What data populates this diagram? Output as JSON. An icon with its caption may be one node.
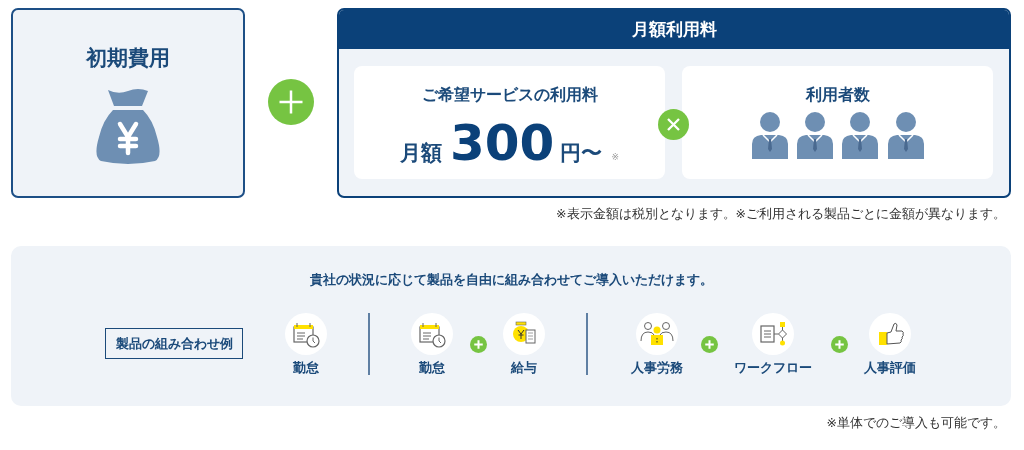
{
  "diagram": {
    "nodes": [
      {
        "text": [
          "初期費用"
        ]
      },
      {
        "text": [
          "月額利用料"
        ]
      },
      {
        "text": [
          "ご希望サービスの利用料",
          "月額",
          "300",
          "円〜",
          "※"
        ],
        "in": 1
      },
      {
        "text": [
          "利用者数"
        ],
        "in": 1
      },
      {
        "text": [
          "貴社の状況に応じて製品を自由に組み合わせてご導入いただけます。"
        ]
      },
      {
        "text": [
          "製品の組み合わせ例"
        ],
        "in": 4
      },
      {
        "text": [
          "勤怠"
        ],
        "in": 4
      },
      {
        "text": [
          "勤怠"
        ],
        "in": 4
      },
      {
        "text": [
          "給与"
        ],
        "in": 4
      },
      {
        "text": [
          "人事労務"
        ],
        "in": 4
      },
      {
        "text": [
          "ワークフロー"
        ],
        "in": 4
      },
      {
        "text": [
          "人事評価"
        ],
        "in": 4
      }
    ],
    "labels": [
      "※表示金額は税別となります。※ご利用される製品ごとに金額が異なります。",
      "※単体でのご導入も可能です。"
    ]
  }
}
